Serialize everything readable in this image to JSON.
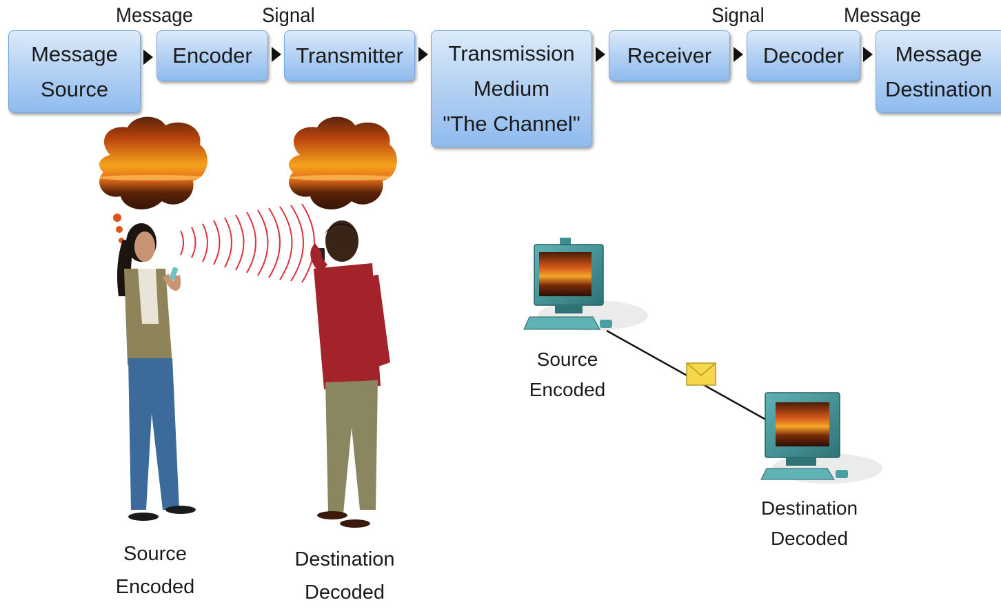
{
  "pipeline": {
    "top_labels": {
      "message_left": "Message",
      "signal_left": "Signal",
      "signal_right": "Signal",
      "message_right": "Message"
    },
    "boxes": {
      "message_source": [
        "Message",
        "Source"
      ],
      "encoder": [
        "Encoder"
      ],
      "transmitter": [
        "Transmitter"
      ],
      "medium": [
        "Transmission",
        "Medium",
        "\"The Channel\""
      ],
      "receiver": [
        "Receiver"
      ],
      "decoder": [
        "Decoder"
      ],
      "message_destination": [
        "Message",
        "Destination"
      ]
    }
  },
  "human_scene": {
    "source": [
      "Source",
      "Encoded"
    ],
    "destination": [
      "Destination",
      "Decoded"
    ]
  },
  "network_scene": {
    "source": [
      "Source",
      "Encoded"
    ],
    "destination": [
      "Destination",
      "Decoded"
    ]
  },
  "colors": {
    "box_fill": "#b7d3f3",
    "signal_wave": "#e0303a",
    "envelope": "#f6d84a",
    "monitor": "#3d8f93"
  }
}
